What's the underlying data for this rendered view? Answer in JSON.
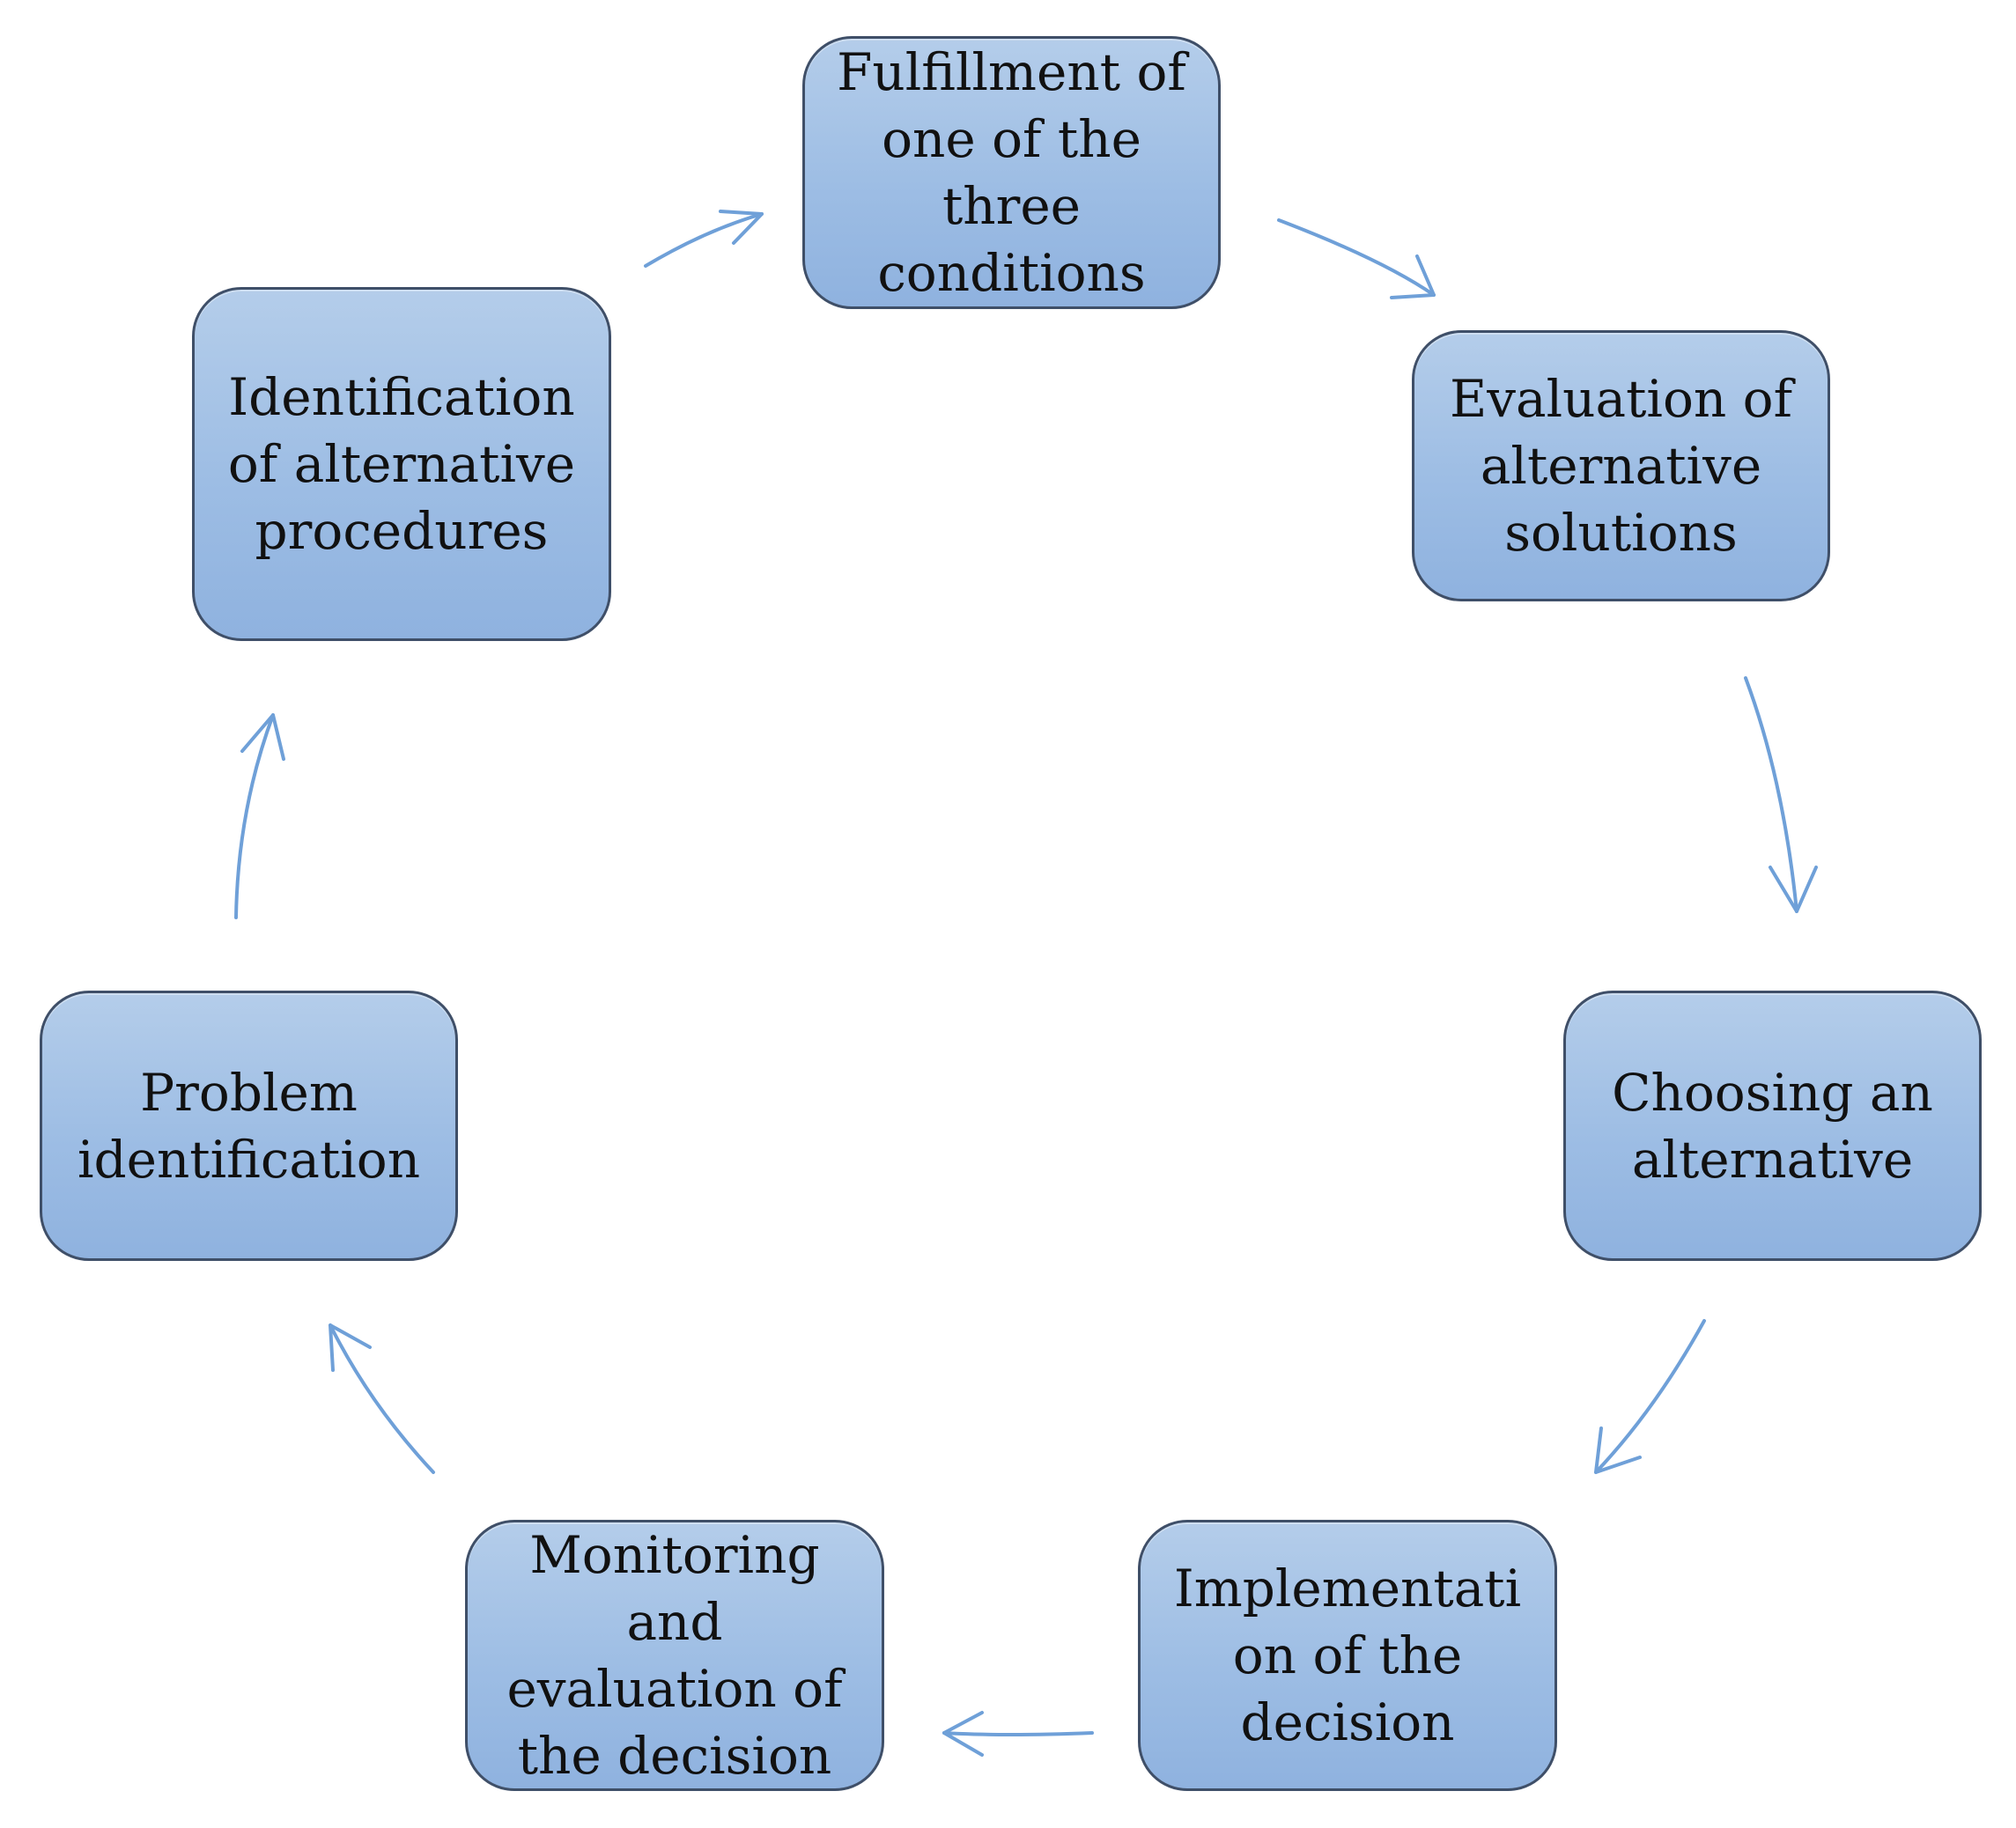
{
  "diagram": {
    "type": "cycle",
    "colors": {
      "node_fill": "#a3c1e6",
      "node_border": "#3f4f68",
      "arrow": "#6fa0d8",
      "text": "#111111"
    },
    "steps": [
      {
        "id": "fulfillment",
        "label": "Fulfillment of\none of the\nthree\nconditions"
      },
      {
        "id": "evaluation-solutions",
        "label": "Evaluation of\nalternative\nsolutions"
      },
      {
        "id": "choosing",
        "label": "Choosing an\nalternative"
      },
      {
        "id": "implementation",
        "label": "Implementati\non of the\ndecision"
      },
      {
        "id": "monitoring",
        "label": "Monitoring\nand\nevaluation of\nthe decision"
      },
      {
        "id": "problem",
        "label": "Problem\nidentification"
      },
      {
        "id": "identification-procedures",
        "label": "Identification\nof alternative\nprocedures"
      }
    ],
    "edges": [
      {
        "from": "fulfillment",
        "to": "evaluation-solutions"
      },
      {
        "from": "evaluation-solutions",
        "to": "choosing"
      },
      {
        "from": "choosing",
        "to": "implementation"
      },
      {
        "from": "implementation",
        "to": "monitoring"
      },
      {
        "from": "monitoring",
        "to": "problem"
      },
      {
        "from": "problem",
        "to": "identification-procedures"
      },
      {
        "from": "identification-procedures",
        "to": "fulfillment"
      }
    ]
  }
}
